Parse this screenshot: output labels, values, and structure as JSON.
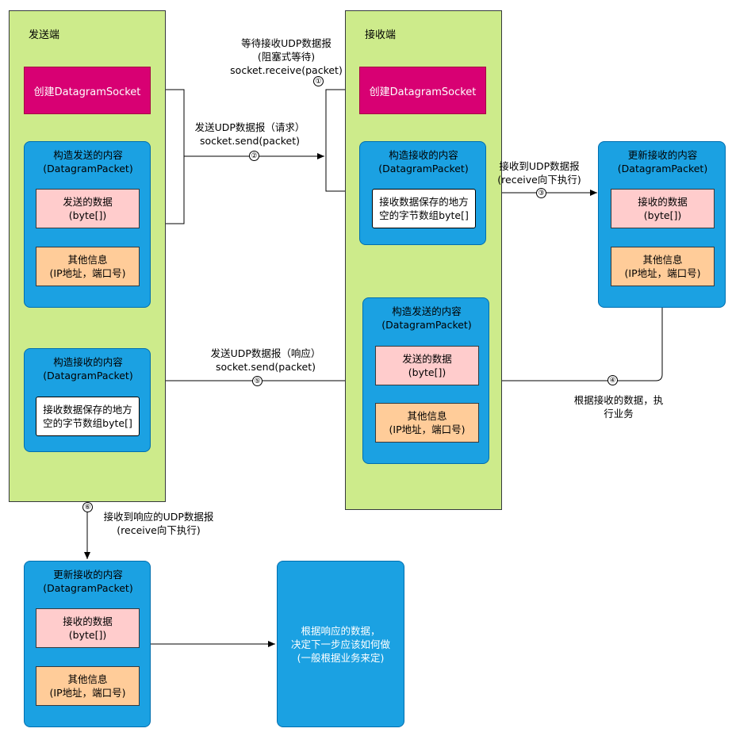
{
  "sender": {
    "title": "发送端",
    "create_socket": "创建DatagramSocket",
    "send_packet": {
      "title": [
        "构造发送的内容",
        "(DatagramPacket)"
      ],
      "data": [
        "发送的数据",
        "(byte[])"
      ],
      "info": [
        "其他信息",
        "(IP地址，端口号)"
      ]
    },
    "recv_packet": {
      "title": [
        "构造接收的内容",
        "(DatagramPacket)"
      ],
      "buffer": [
        "接收数据保存的地方",
        "空的字节数组byte[]"
      ]
    }
  },
  "receiver": {
    "title": "接收端",
    "create_socket": "创建DatagramSocket",
    "recv_packet": {
      "title": [
        "构造接收的内容",
        "(DatagramPacket)"
      ],
      "buffer": [
        "接收数据保存的地方",
        "空的字节数组byte[]"
      ]
    },
    "send_packet": {
      "title": [
        "构造发送的内容",
        "(DatagramPacket)"
      ],
      "data": [
        "发送的数据",
        "(byte[])"
      ],
      "info": [
        "其他信息",
        "(IP地址，端口号)"
      ]
    }
  },
  "updated_receiver": {
    "title": [
      "更新接收的内容",
      "(DatagramPacket)"
    ],
    "data": [
      "接收的数据",
      "(byte[])"
    ],
    "info": [
      "其他信息",
      "(IP地址，端口号)"
    ]
  },
  "updated_sender": {
    "title": [
      "更新接收的内容",
      "(DatagramPacket)"
    ],
    "data": [
      "接收的数据",
      "(byte[])"
    ],
    "info": [
      "其他信息",
      "(IP地址，端口号)"
    ]
  },
  "final_box": [
    "根据响应的数据，",
    "决定下一步应该如何做",
    "(一般根据业务来定)"
  ],
  "edges": {
    "e1": {
      "num": "①",
      "label": [
        "等待接收UDP数据报",
        "(阻塞式等待)",
        "socket.receive(packet)"
      ]
    },
    "e2": {
      "num": "②",
      "label": [
        "发送UDP数据报（请求）",
        "socket.send(packet)"
      ]
    },
    "e3": {
      "num": "③",
      "label": [
        "接收到UDP数据报",
        "(receive向下执行)"
      ]
    },
    "e4": {
      "num": "④",
      "label": [
        "根据接收的数据，执",
        "行业务"
      ]
    },
    "e5": {
      "num": "⑤",
      "label": [
        "发送UDP数据报（响应）",
        "socket.send(packet)"
      ]
    },
    "e6": {
      "num": "⑥",
      "label": [
        "接收到响应的UDP数据报",
        "(receive向下执行)"
      ]
    }
  },
  "colors": {
    "lane": "#cdeb8b",
    "socket": "#d80073",
    "packet": "#1ba1e2",
    "data": "#ffcccc",
    "info": "#ffcc99"
  }
}
